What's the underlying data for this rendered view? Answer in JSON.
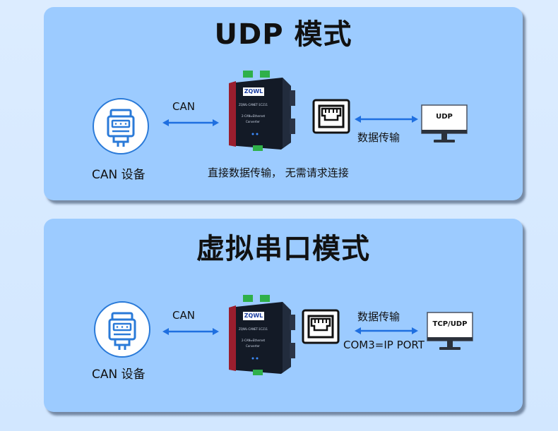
{
  "udp_mode": {
    "title": "UDP 模式",
    "can_label": "CAN",
    "device_label": "CAN 设备",
    "transfer_label": "数据传输",
    "caption": "直接数据传输， 无需请求连接",
    "pc_screen_text": "UDP",
    "converter_brand": "ZQWL",
    "converter_model": "ZQWL-CANET-1C211",
    "converter_desc": "2-CAN⇔Ethernet",
    "converter_sub": "Converter"
  },
  "virtual_serial_mode": {
    "title": "虚拟串口模式",
    "can_label": "CAN",
    "device_label": "CAN 设备",
    "transfer_label": "数据传输",
    "port_label": "COM3=IP PORT",
    "pc_screen_text": "TCP/UDP",
    "converter_brand": "ZQWL",
    "converter_model": "ZQWL-CANET-1C211",
    "converter_desc": "2-CAN⇔Ethernet",
    "converter_sub": "Converter"
  },
  "colors": {
    "panel": "#9ccbff",
    "arrow": "#1f6fe0",
    "icon_blue": "#2a7ad8",
    "device_body": "#1c2433",
    "device_side": "#9a1e2e",
    "terminal_green": "#2fb04a"
  }
}
